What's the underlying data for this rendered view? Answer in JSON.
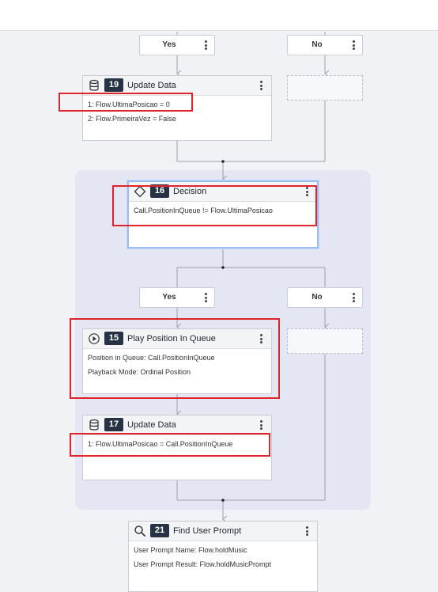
{
  "branches": {
    "top_yes": "Yes",
    "top_no": "No",
    "mid_yes": "Yes",
    "mid_no": "No"
  },
  "nodes": {
    "update19": {
      "number": "19",
      "title": "Update Data",
      "icon": "database-icon",
      "lines": [
        "1: Flow.UltimaPosicao = 0",
        "2: Flow.PrimeiraVez = False"
      ]
    },
    "decision16": {
      "number": "16",
      "title": "Decision",
      "icon": "diamond-icon",
      "lines": [
        "Call.PositionInQueue != Flow.UltimaPosicao"
      ]
    },
    "play15": {
      "number": "15",
      "title": "Play Position In Queue",
      "icon": "play-circle-icon",
      "lines": [
        "Position in Queue: Call.PositionInQueue",
        "Playback Mode: Ordinal Position"
      ]
    },
    "update17": {
      "number": "17",
      "title": "Update Data",
      "icon": "database-icon",
      "lines": [
        "1: Flow.UltimaPosicao = Call.PositionInQueue"
      ]
    },
    "find21": {
      "number": "21",
      "title": "Find User Prompt",
      "icon": "search-icon",
      "lines": [
        "User Prompt Name: Flow.holdMusic",
        "User Prompt Result: Flow.holdMusicPrompt"
      ]
    }
  },
  "colors": {
    "highlight": "#e0242b",
    "group_bg": "#e4e6f4",
    "badge_bg": "#273244",
    "selected_border": "#9bbcf1"
  }
}
